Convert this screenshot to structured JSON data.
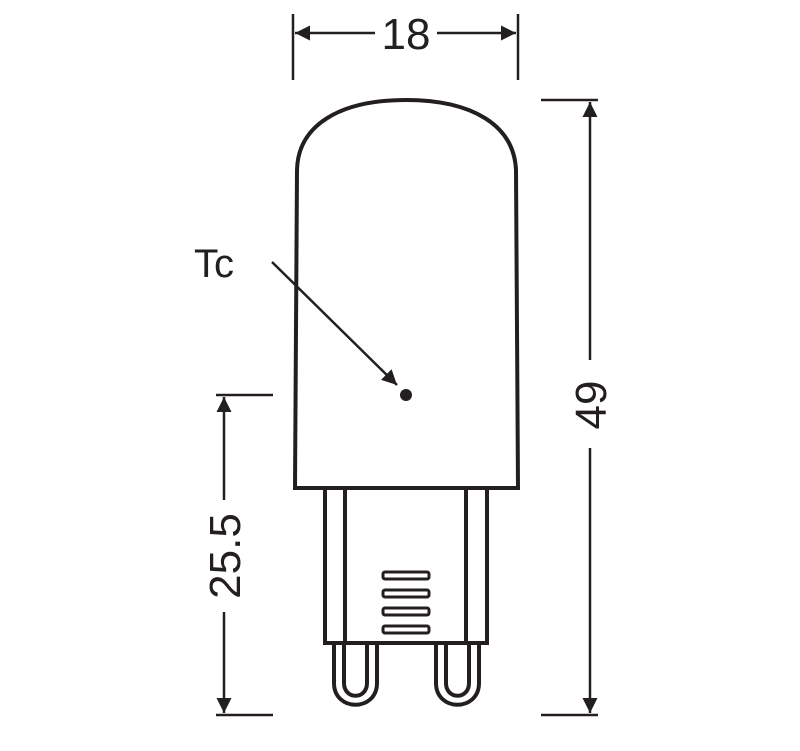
{
  "diagram": {
    "type": "technical-drawing",
    "subject": "G9 capsule lamp dimensional drawing",
    "units": "mm",
    "stroke_color": "#231f20",
    "background": "#ffffff",
    "dimensions": {
      "width": {
        "value": "18",
        "orientation": "horizontal"
      },
      "overall_height": {
        "value": "49",
        "orientation": "vertical"
      },
      "lower_height": {
        "value": "25.5",
        "orientation": "vertical"
      }
    },
    "annotations": {
      "tc": {
        "label": "Tc",
        "meaning": "measurement point indicated by arrow and dot"
      }
    },
    "parts": [
      "bulb-body",
      "base",
      "vent-slots",
      "pin-left",
      "pin-right"
    ]
  }
}
